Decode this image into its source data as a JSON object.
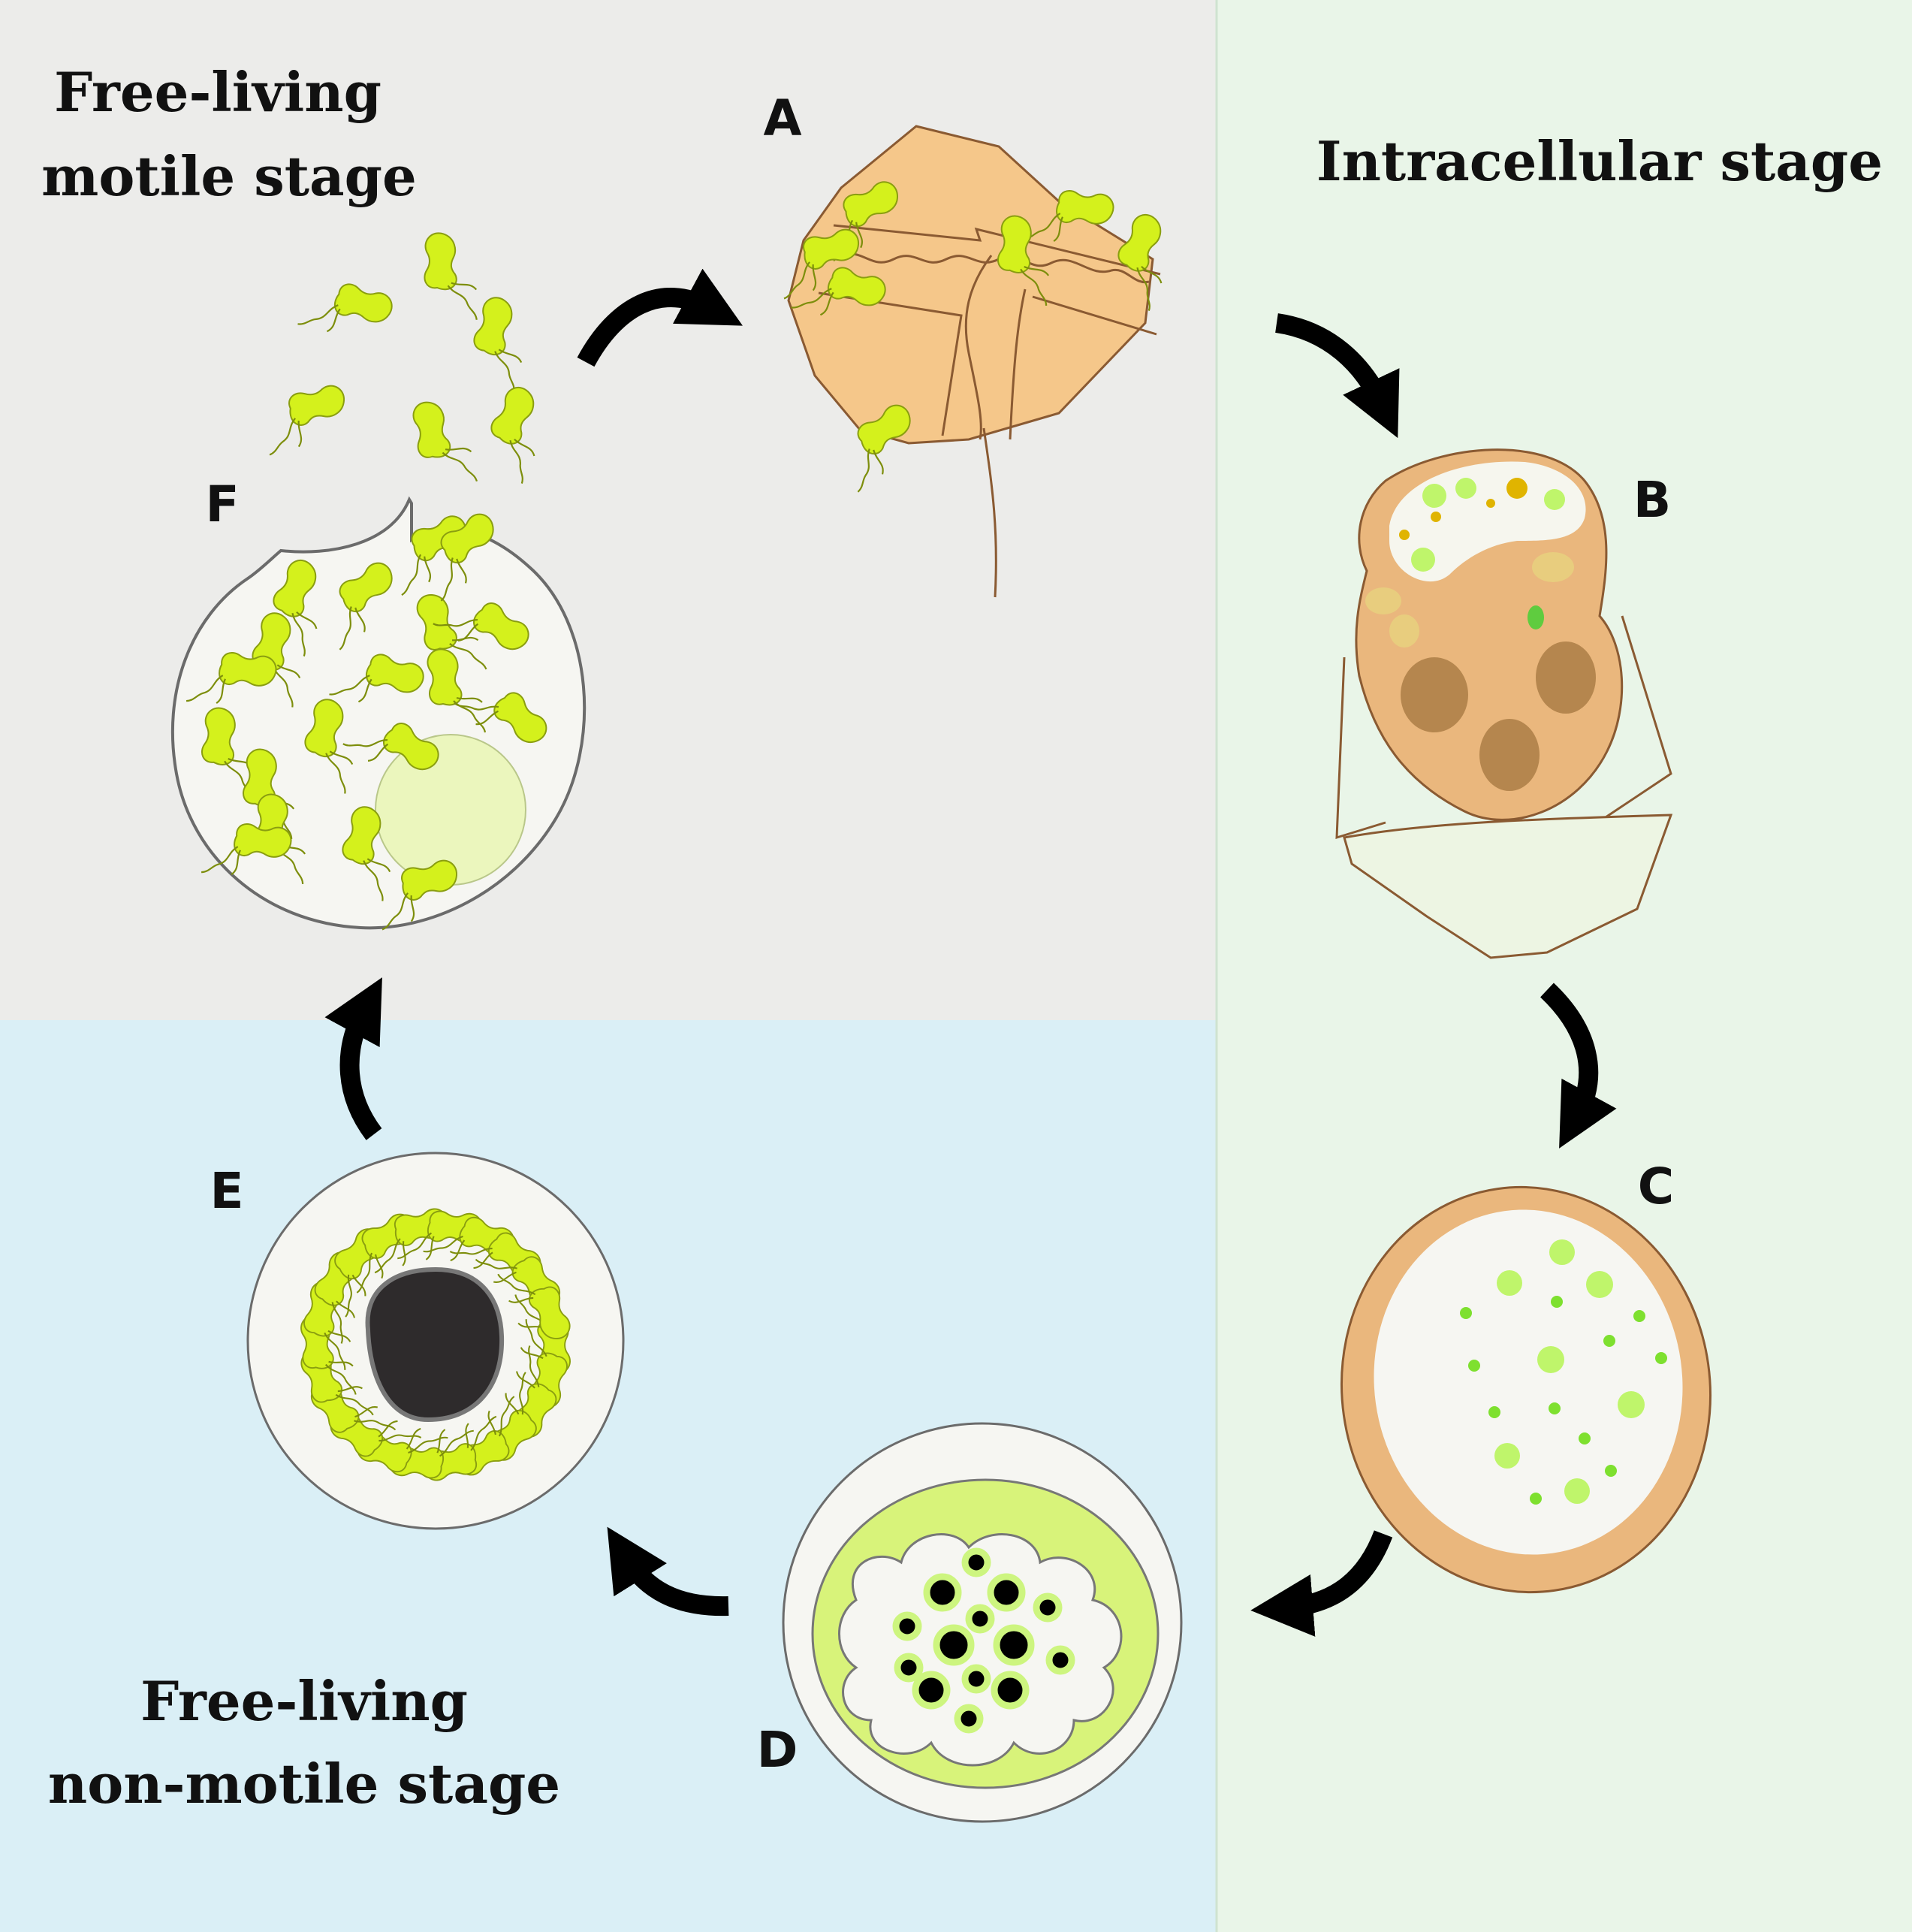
{
  "regions": {
    "motile": {
      "title_line1": "Free-living",
      "title_line2": "motile stage",
      "color": "#ececea"
    },
    "intracellular": {
      "title": "Intracellular stage",
      "color": "#e9f5e8"
    },
    "nonmotile": {
      "title_line1": "Free-living",
      "title_line2": "non-motile stage",
      "color": "#daeff6"
    }
  },
  "stages": [
    {
      "id": "A",
      "label": "A"
    },
    {
      "id": "B",
      "label": "B"
    },
    {
      "id": "C",
      "label": "C"
    },
    {
      "id": "D",
      "label": "D"
    },
    {
      "id": "E",
      "label": "E"
    },
    {
      "id": "F",
      "label": "F"
    }
  ],
  "colors": {
    "zoospore": "#d4f11c",
    "host_tan": "#f5c78a",
    "host_outline": "#8a5a32",
    "cyst_white": "#f6f6f2",
    "arrow": "#000000",
    "nucleus": "#2e2b2c",
    "spot_green": "#bff56b",
    "ring_green": "#d8f37a"
  },
  "icons": {
    "zoospore": "zoospore-icon",
    "arrow": "curved-arrow-icon"
  }
}
